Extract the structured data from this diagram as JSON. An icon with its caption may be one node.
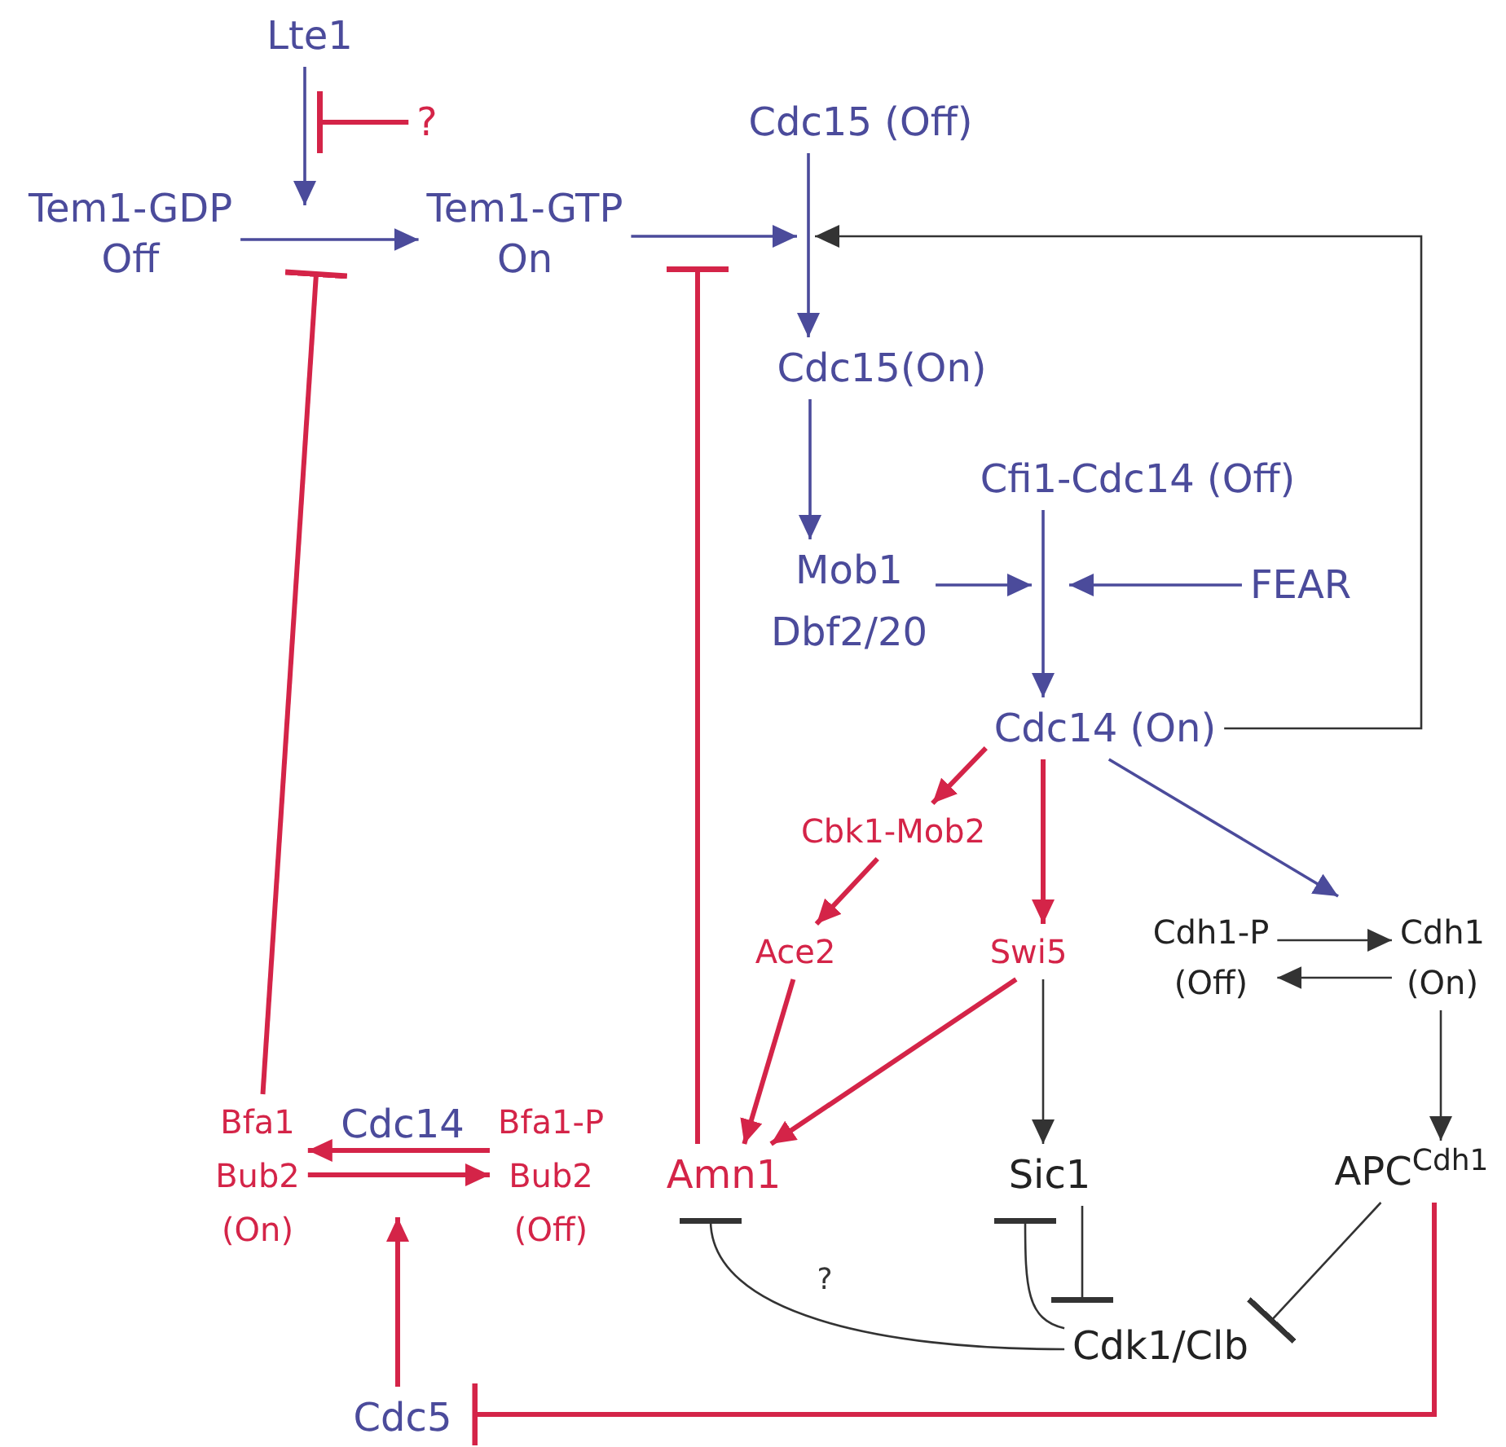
{
  "diagram": {
    "nodes": [
      {
        "text": [
          "Lte1"
        ]
      },
      {
        "text": [
          "?"
        ]
      },
      {
        "text": [
          "Tem1-GDP Off"
        ]
      },
      {
        "text": [
          "Tem1-GTP On"
        ]
      },
      {
        "text": [
          "Cdc15 (Off)"
        ]
      },
      {
        "text": [
          "Cdc15(On)"
        ]
      },
      {
        "text": [
          "Cfi1-Cdc14 (Off)"
        ]
      },
      {
        "text": [
          "Mob1 Dbf2/20"
        ]
      },
      {
        "text": [
          "FEAR"
        ]
      },
      {
        "text": [
          "Cdc14 (On)"
        ]
      },
      {
        "text": [
          "Cbk1-Mob2"
        ]
      },
      {
        "text": [
          "Ace2"
        ]
      },
      {
        "text": [
          "Swi5"
        ]
      },
      {
        "text": [
          "Cdh1-P (Off)"
        ]
      },
      {
        "text": [
          "Cdh1 (On)"
        ]
      },
      {
        "text": [
          "Bfa1 Bub2 (On)"
        ]
      },
      {
        "text": [
          "Bfa1-P Bub2 (Off)"
        ]
      },
      {
        "text": [
          "Amn1"
        ]
      },
      {
        "text": [
          "Sic1"
        ]
      },
      {
        "text": [
          "APC$^{Cdh1}$"
        ]
      },
      {
        "text": [
          "Cdk1/Clb"
        ]
      },
      {
        "text": [
          "Cdc5"
        ]
      }
    ],
    "edges": [
      {
        "from": 0,
        "to": null,
        "arrow": "to",
        "color": "#4b4b9b"
      },
      {
        "from": 1,
        "to": null,
        "arrow": "other"
      },
      {
        "from": 2,
        "to": 3,
        "arrow": "to",
        "color": "#4b4b9b"
      },
      {
        "from": 15,
        "to": null,
        "arrow": "other"
      },
      {
        "from": 3,
        "to": null,
        "arrow": "to",
        "color": "#4b4b9b"
      },
      {
        "from": 17,
        "to": null,
        "arrow": "other"
      },
      {
        "from": 4,
        "to": 5,
        "arrow": "to",
        "color": "#4b4b9b"
      },
      {
        "from": 9,
        "to": null,
        "arrow": "to",
        "color": "#333333"
      },
      {
        "from": 5,
        "to": 7,
        "arrow": "to",
        "color": "#4b4b9b"
      },
      {
        "from": 6,
        "to": 9,
        "arrow": "to",
        "color": "#4b4b9b"
      },
      {
        "from": 7,
        "to": null,
        "arrow": "to",
        "color": "#4b4b9b"
      },
      {
        "from": 8,
        "to": null,
        "arrow": "to",
        "color": "#4b4b9b"
      },
      {
        "from": 9,
        "to": 10,
        "arrow": "to"
      },
      {
        "from": 9,
        "to": 12,
        "arrow": "to"
      },
      {
        "from": 9,
        "to": null,
        "arrow": "to",
        "color": "#4b4b9b"
      },
      {
        "from": 10,
        "to": 11,
        "arrow": "to"
      },
      {
        "from": 13,
        "to": 14,
        "arrow": "to",
        "color": "#333333"
      },
      {
        "from": 14,
        "to": 13,
        "arrow": "to",
        "color": "#333333"
      },
      {
        "from": 11,
        "to": 17,
        "arrow": "to"
      },
      {
        "from": 12,
        "to": 17,
        "arrow": "to"
      },
      {
        "from": 12,
        "to": 18,
        "arrow": "to",
        "color": "#333333"
      },
      {
        "from": 14,
        "to": 19,
        "arrow": "to",
        "color": "#333333"
      },
      {
        "from": 16,
        "to": 15,
        "arrow": "to"
      },
      {
        "from": 15,
        "to": 16,
        "arrow": "to"
      },
      {
        "from": 21,
        "to": null,
        "arrow": "to"
      },
      {
        "from": 20,
        "to": 17,
        "arrow": "other",
        "label": "?",
        "color": "#333333"
      },
      {
        "from": 20,
        "to": 18,
        "arrow": "other",
        "color": "#333333"
      },
      {
        "from": 18,
        "to": 20,
        "arrow": "other",
        "color": "#333333"
      },
      {
        "from": 19,
        "to": 20,
        "arrow": "other",
        "color": "#333333"
      },
      {
        "from": 19,
        "to": 21,
        "arrow": "other"
      }
    ],
    "labels": [
      "Cdc14"
    ]
  }
}
